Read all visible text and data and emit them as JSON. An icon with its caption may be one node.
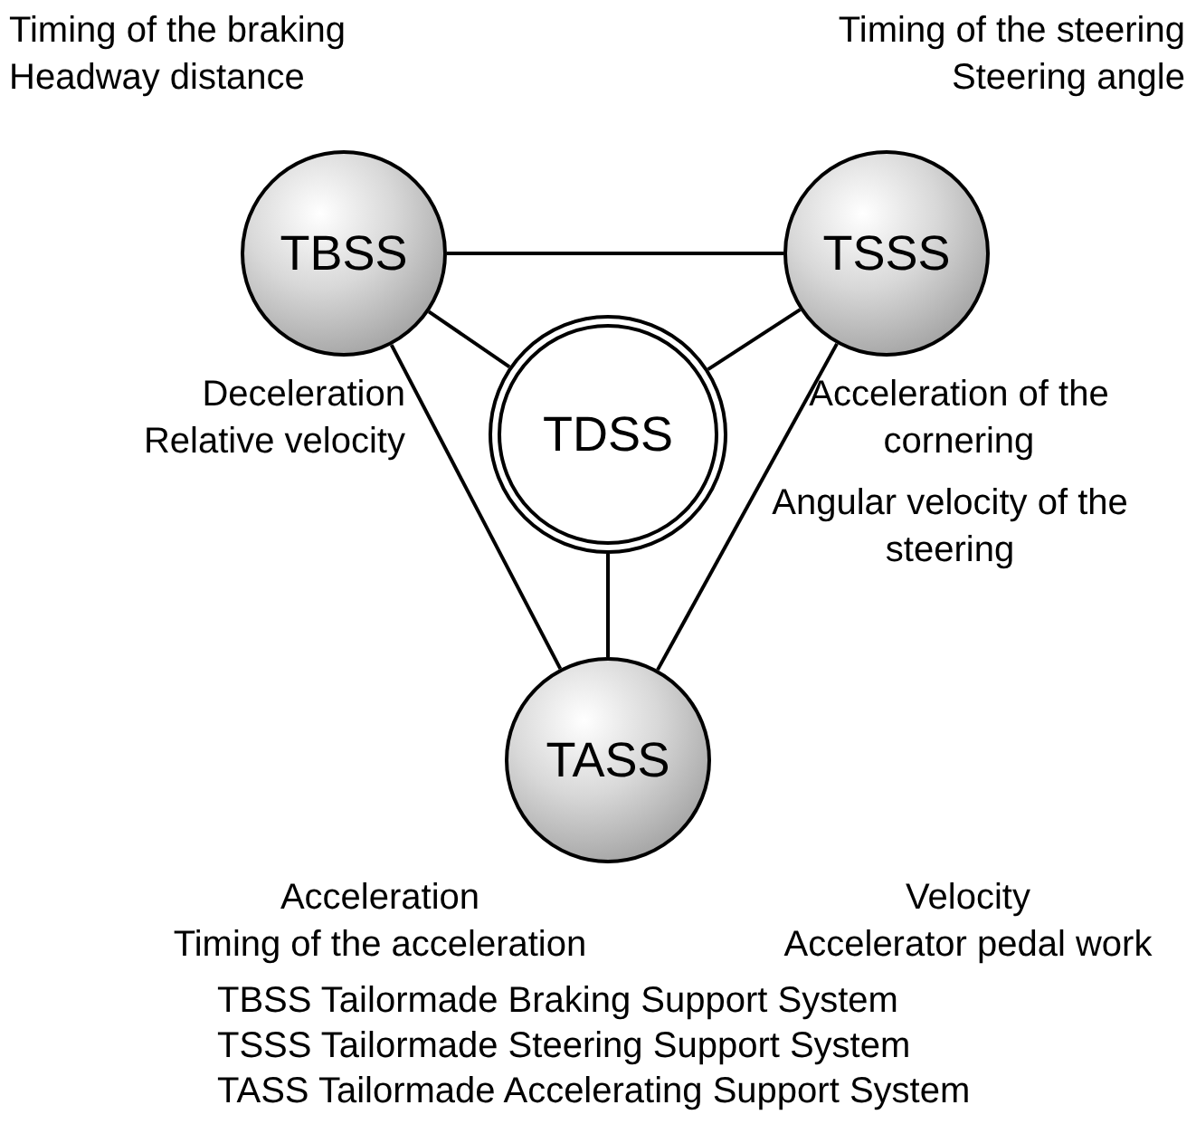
{
  "diagram": {
    "nodes": [
      {
        "text": [
          "TBSS"
        ],
        "beside": [
          "Timing of the braking",
          "Headway distance",
          "Deceleration",
          "Relative velocity"
        ]
      },
      {
        "text": [
          "TSSS"
        ],
        "beside": [
          "Timing of the steering",
          "Steering angle",
          "Acceleration of the cornering",
          "Angular velocity of the steering"
        ]
      },
      {
        "text": [
          "TDSS"
        ]
      },
      {
        "text": [
          "TASS"
        ],
        "beside": [
          "Acceleration",
          "Timing of the acceleration",
          "Velocity",
          "Accelerator pedal work"
        ]
      }
    ],
    "edges": [
      {
        "from": 0,
        "to": 1,
        "arrow": "none"
      },
      {
        "from": 0,
        "to": 2,
        "arrow": "none"
      },
      {
        "from": 1,
        "to": 2,
        "arrow": "none"
      },
      {
        "from": 0,
        "to": 3,
        "arrow": "none"
      },
      {
        "from": 1,
        "to": 3,
        "arrow": "none"
      },
      {
        "from": 2,
        "to": 3,
        "arrow": "none"
      }
    ],
    "labels": [
      "TBSS Tailormade Braking Support System",
      "TSSS Tailormade Steering Support System",
      "TASS Tailormade Accelerating Support System"
    ]
  }
}
